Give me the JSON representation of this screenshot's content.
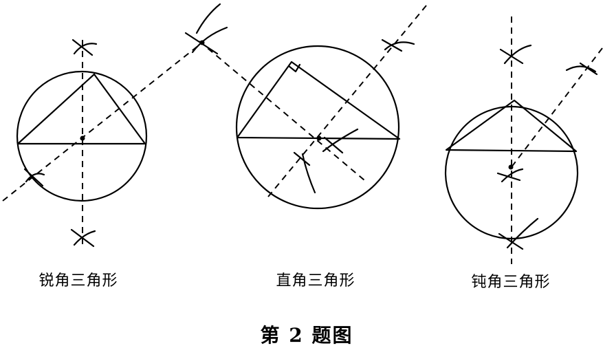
{
  "labels": {
    "acute": "锐角三角形",
    "right": "直角三角形",
    "obtuse": "钝角三角形"
  },
  "caption": "第 2 题图"
}
